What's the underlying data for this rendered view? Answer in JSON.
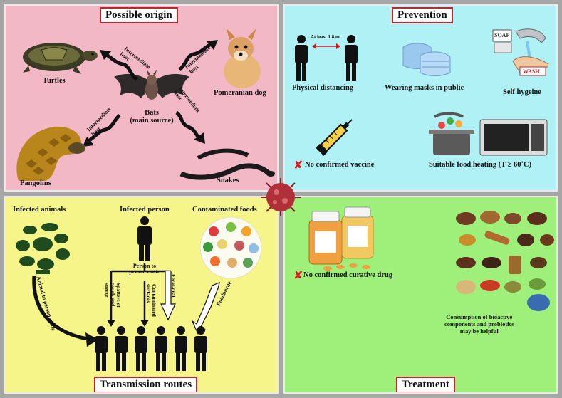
{
  "origin": {
    "title": "Possible origin",
    "source_line1": "Bats",
    "source_line2": "(main source)",
    "intermediate_word": "Intermediate",
    "host_word": "host",
    "animals": [
      "Turtles",
      "Pomeranian dog",
      "Pangolins",
      "Snakes"
    ]
  },
  "prevention": {
    "title": "Prevention",
    "distance_label": "At least 1.8 m",
    "items": [
      "Physical distancing",
      "Wearing masks in public",
      "Self hygeine",
      "No confirmed vaccine",
      "Suitable food heating (T ≥ 60˚C)"
    ],
    "soap_text": "SOAP",
    "wash_text": "WASH"
  },
  "transmission": {
    "title": "Transmission routes",
    "infected_animals": "Infected animals",
    "infected_person": "Infected person",
    "contaminated_foods": "Contaminated foods",
    "animal_route": "Animal to person route",
    "person_route_line1": "Person to",
    "person_route_line2": "person route",
    "spatters_1": "Spatters of",
    "spatters_2": "cough and",
    "spatters_3": "sneeze",
    "contaminated_1": "Contaminated",
    "contaminated_2": "surfaces",
    "fecal_oral": "Fecal-oral",
    "foodborne": "Foodborne"
  },
  "treatment": {
    "title": "Treatment",
    "no_drug": "No confirmed curative drug",
    "bioactive_1": "Consumption of bioactive",
    "bioactive_2": "components and probiotics",
    "bioactive_3": "may be helpful"
  },
  "colors": {
    "origin_bg": "#f3b8c6",
    "prevention_bg": "#b0f1f5",
    "transmission_bg": "#f6f58a",
    "treatment_bg": "#9ff07a",
    "title_border": "#c0262c",
    "virus": "#b0303a"
  }
}
